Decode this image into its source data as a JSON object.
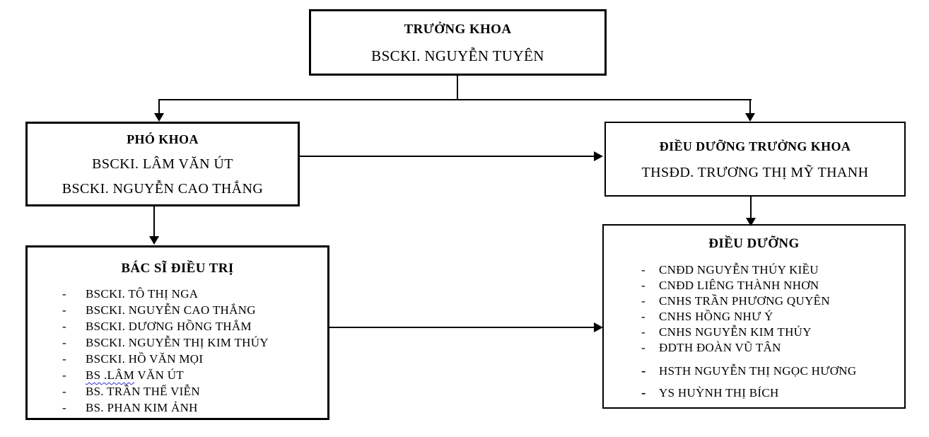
{
  "bullets": {
    "dash": "-"
  },
  "colors": {
    "background": "#ffffff",
    "text": "#000000",
    "line": "#000000",
    "box_border": "#000000",
    "spellcheck_squiggle": "#2d2dd4"
  },
  "org_chart": {
    "truong_khoa": {
      "title": "TRƯỞNG KHOA",
      "name": "BSCKI. NGUYỄN TUYÊN"
    },
    "pho_khoa": {
      "title": "PHÓ KHOA",
      "names": [
        "BSCKI. LÂM VĂN ÚT",
        "BSCKI. NGUYỄN CAO THẮNG"
      ]
    },
    "dieu_duong_truong_khoa": {
      "title": "ĐIỀU DƯỠNG TRƯỞNG KHOA",
      "name": "THSĐD. TRƯƠNG THỊ MỸ THANH"
    },
    "bac_si_dieu_tri": {
      "title": "BÁC SĨ ĐIỀU TRỊ",
      "items": [
        "BSCKI. TÔ THỊ NGA",
        "BSCKI. NGUYỄN CAO THẮNG",
        "BSCKI. DƯƠNG HỒNG THẮM",
        "BSCKI. NGUYỄN THỊ KIM THÚY",
        "BSCKI. HỒ VĂN MỌI",
        {
          "underlined": "BS .LÂM",
          "rest": " VĂN ÚT"
        },
        "BS. TRẦN THẾ VIỄN",
        "BS. PHAN KIM ẢNH"
      ]
    },
    "dieu_duong": {
      "title": "ĐIỀU DƯỠNG",
      "items": [
        "CNĐD NGUYỄN THÚY KIỀU",
        "CNĐD LIÊNG THÀNH NHƠN",
        "CNHS TRẦN PHƯƠNG QUYÊN",
        "CNHS HỒNG NHƯ Ý",
        "CNHS NGUYỄN KIM THỦY",
        "ĐDTH ĐOÀN VŨ TÂN",
        "HSTH NGUYỄN THỊ NGỌC HƯƠNG",
        "YS HUỲNH THỊ BÍCH"
      ]
    }
  }
}
